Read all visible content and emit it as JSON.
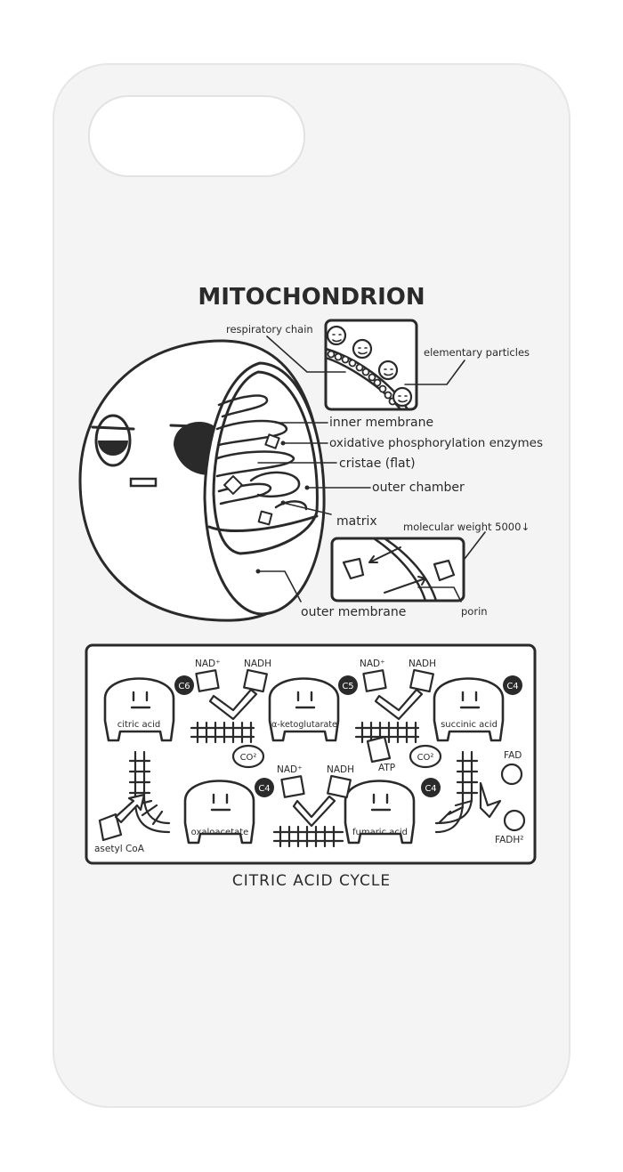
{
  "title": "MITOCHONDRION",
  "labels": {
    "respiratory_chain": "respiratory chain",
    "elementary_particles": "elementary particles",
    "inner_membrane": "inner membrane",
    "oxidative": "oxidative phosphorylation enzymes",
    "cristae": "cristae (flat)",
    "outer_chamber": "outer chamber",
    "matrix": "matrix",
    "molecular_weight": "molecular weight 5000↓",
    "outer_membrane": "outer membrane",
    "porin": "porin"
  },
  "cycle": {
    "title": "CITRIC ACID CYCLE",
    "molecules": {
      "citric_acid": {
        "name": "citric acid",
        "tag": "C6"
      },
      "ketoglutarate": {
        "name": "α-ketoglutarate",
        "tag": "C5"
      },
      "succinic_acid": {
        "name": "succinic acid",
        "tag": "C4"
      },
      "oxaloacetate": {
        "name": "oxaloacetate",
        "tag": "C4"
      },
      "fumaric_acid": {
        "name": "fumaric acid",
        "tag": "C4"
      }
    },
    "cofactors": {
      "nad": "NAD⁺",
      "nadh": "NADH",
      "co2": "CO²",
      "atp": "ATP",
      "fad": "FAD",
      "fadh2": "FADH²",
      "acetyl": "asetyl CoA"
    }
  },
  "colors": {
    "ink": "#2a2a2a",
    "case": "#f4f4f4",
    "background": "#ffffff"
  }
}
